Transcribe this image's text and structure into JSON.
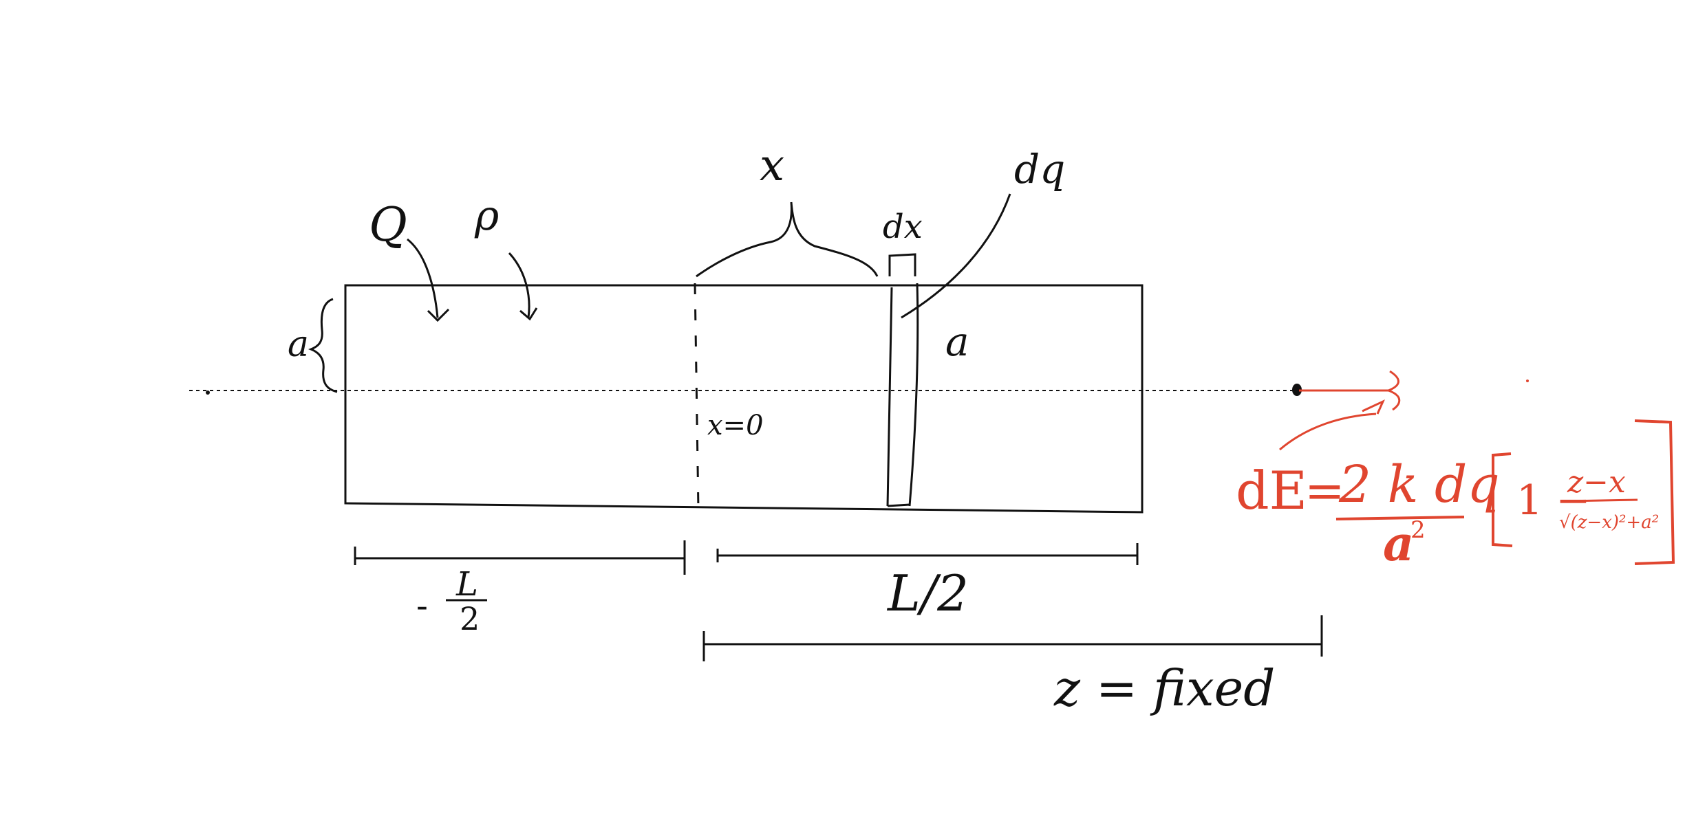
{
  "labels": {
    "charge": "Q",
    "density": "ρ",
    "x": "x",
    "dx": "dx",
    "dq": "dq",
    "radius_left": "a",
    "radius_right": "a",
    "origin": "x=0",
    "minus": "-",
    "L": "L",
    "two": "2",
    "L_half_right": "L/2",
    "z_fixed": "z = fixed"
  },
  "formula": {
    "lhs": "dE",
    "eq": "=",
    "num": "2 k dq",
    "den": "a",
    "den_exp": "2",
    "one_minus": "1 −",
    "frac_num": "z−x",
    "frac_den": "√(z−x)²+a²"
  },
  "colors": {
    "ink": "#111111",
    "annotation": "#e0452f"
  }
}
